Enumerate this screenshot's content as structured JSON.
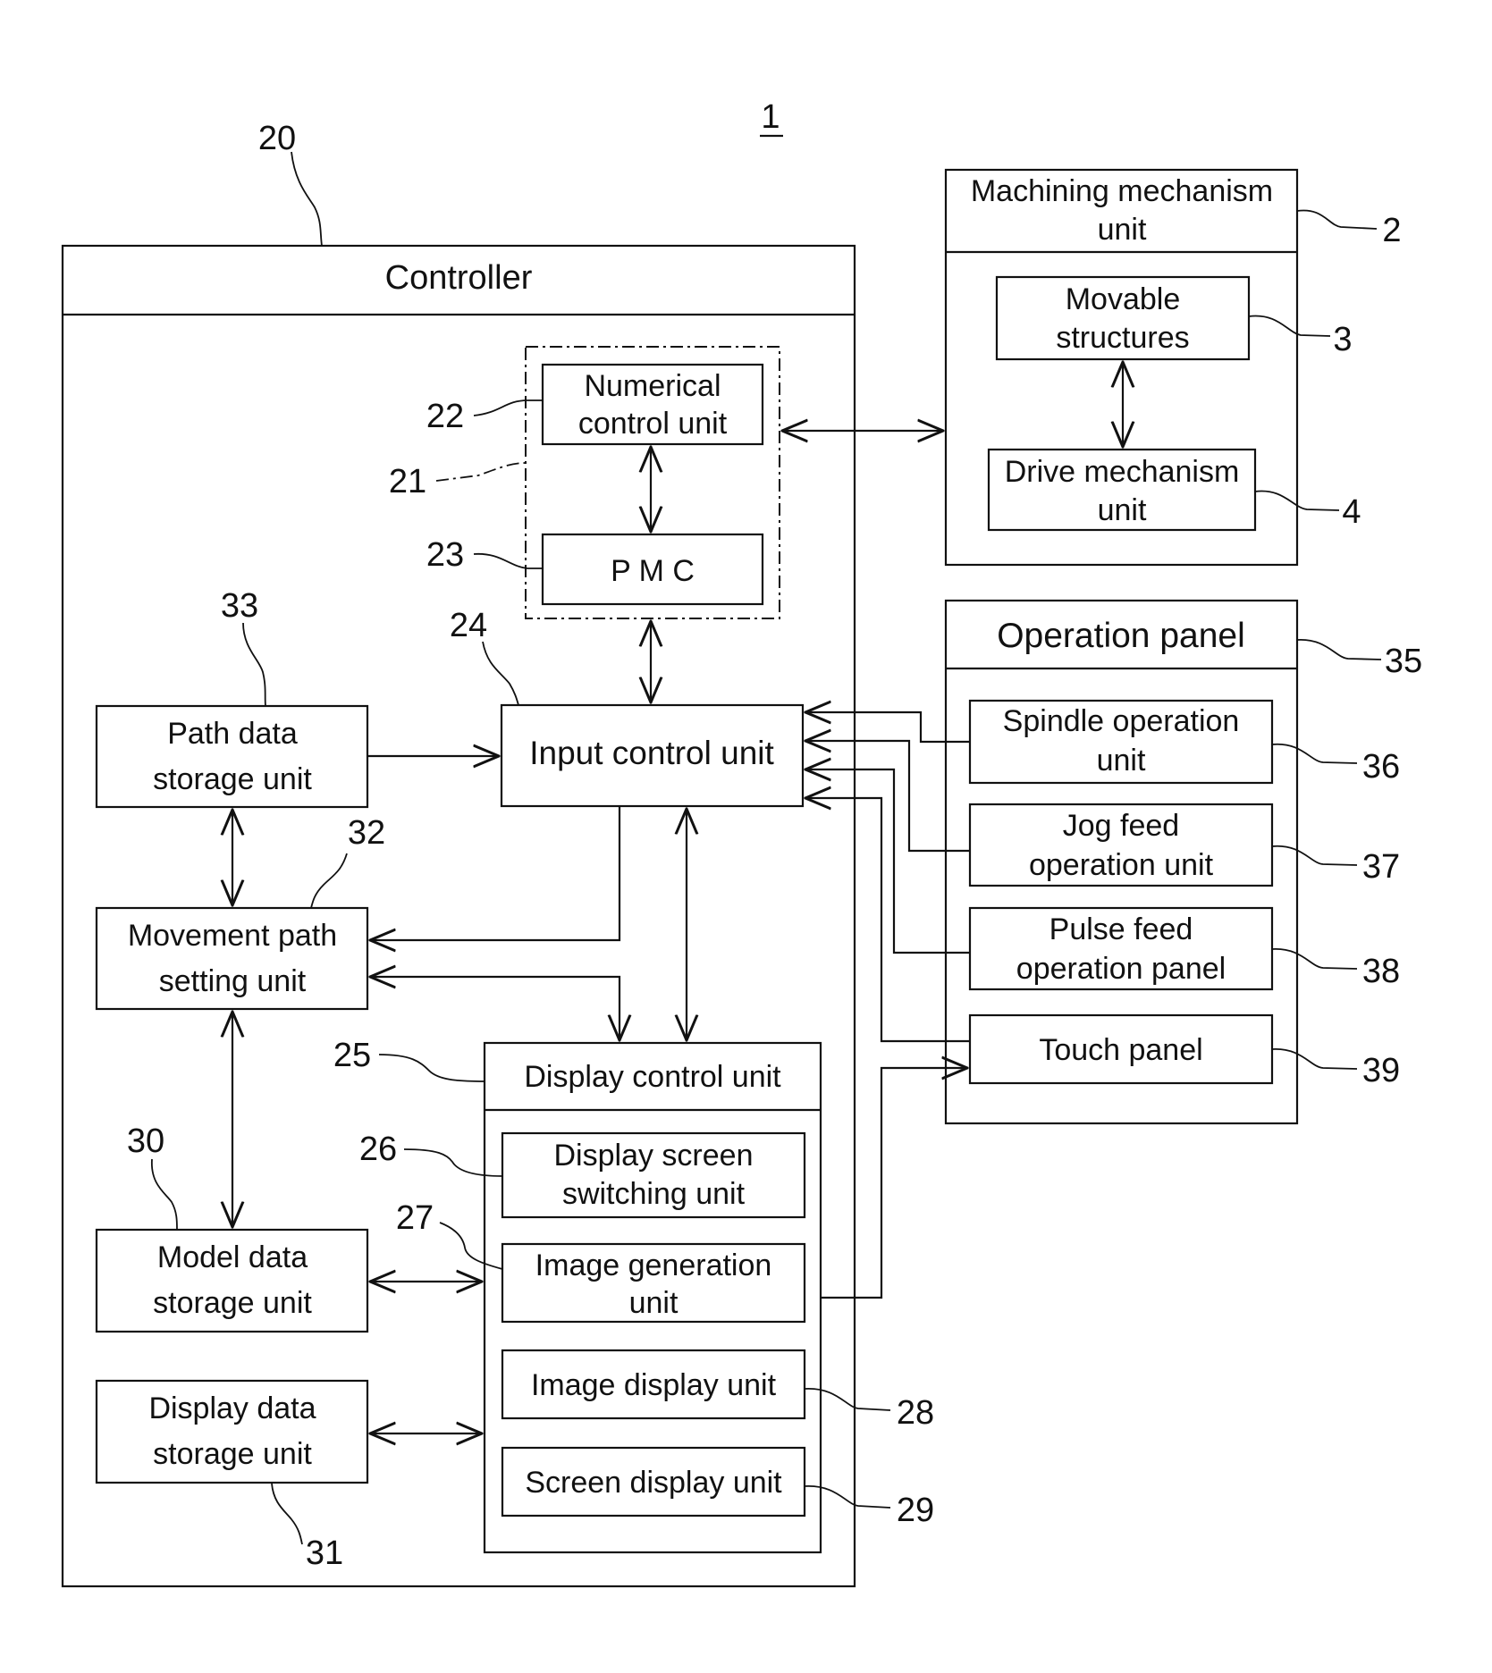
{
  "figure_number": "1",
  "blocks": {
    "controller": "Controller",
    "numerical_control": [
      "Numerical",
      "control unit"
    ],
    "pmc": "P M C",
    "input_control": "Input control unit",
    "path_data_storage": [
      "Path data",
      "storage unit"
    ],
    "movement_path_setting": [
      "Movement path",
      "setting unit"
    ],
    "model_data_storage": [
      "Model data",
      "storage unit"
    ],
    "display_data_storage": [
      "Display data",
      "storage unit"
    ],
    "display_control": "Display control unit",
    "display_screen_switching": [
      "Display screen",
      "switching unit"
    ],
    "image_generation": [
      "Image generation",
      "unit"
    ],
    "image_display": "Image display unit",
    "screen_display": "Screen display unit",
    "machining_mechanism": [
      "Machining mechanism",
      "unit"
    ],
    "movable_structures": [
      "Movable",
      "structures"
    ],
    "drive_mechanism": [
      "Drive mechanism",
      "unit"
    ],
    "operation_panel": "Operation panel",
    "spindle_operation": [
      "Spindle operation",
      "unit"
    ],
    "jog_feed_operation": [
      "Jog feed",
      "operation unit"
    ],
    "pulse_feed_operation": [
      "Pulse feed",
      "operation panel"
    ],
    "touch_panel": "Touch panel"
  },
  "refs": {
    "controller": "20",
    "nc_group": "21",
    "numerical_control": "22",
    "pmc": "23",
    "input_control": "24",
    "display_control": "25",
    "display_screen_switching": "26",
    "image_generation": "27",
    "image_display": "28",
    "screen_display": "29",
    "model_data_storage": "30",
    "display_data_storage": "31",
    "movement_path_setting": "32",
    "path_data_storage": "33",
    "machining_mechanism": "2",
    "movable_structures": "3",
    "drive_mechanism": "4",
    "operation_panel": "35",
    "spindle_operation": "36",
    "jog_feed_operation": "37",
    "pulse_feed_operation": "38",
    "touch_panel": "39"
  }
}
